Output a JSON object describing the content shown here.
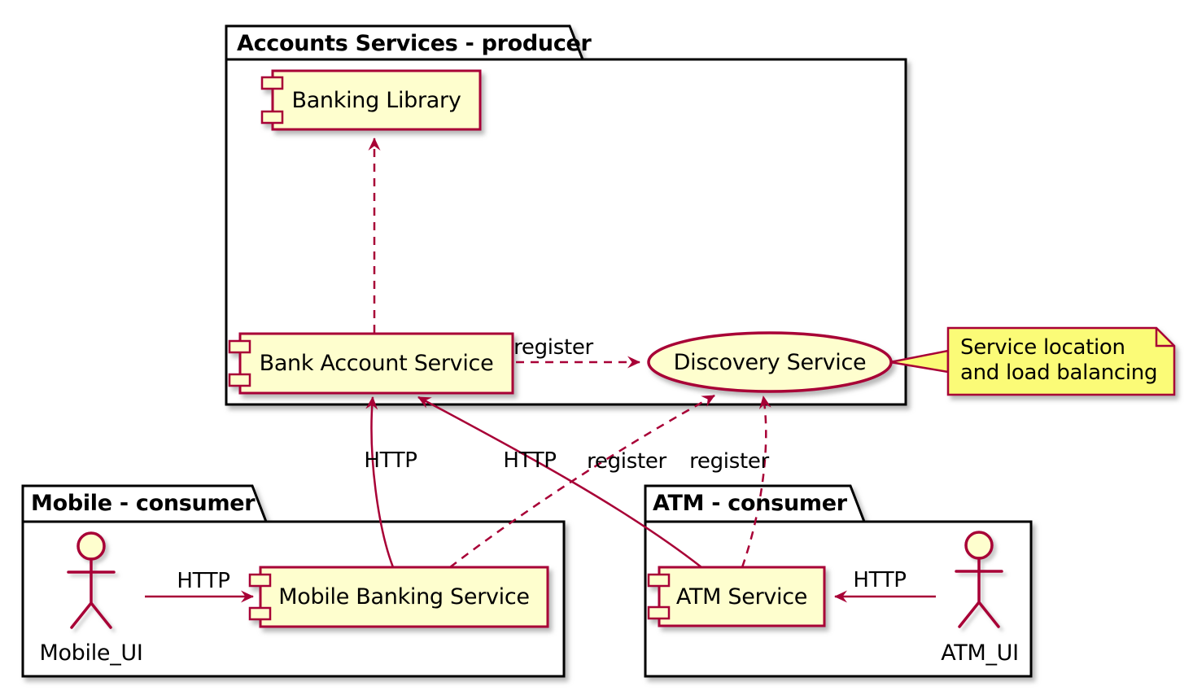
{
  "diagram_type": "plantuml-component-diagram",
  "colors": {
    "accent": "#A80036",
    "node_fill": "#FEFECE",
    "note_fill": "#FBFB77",
    "pkg_border": "#000000",
    "text": "#000000"
  },
  "packages": [
    {
      "title": "Accounts Services - producer"
    },
    {
      "title": "Mobile - consumer"
    },
    {
      "title": "ATM - consumer"
    }
  ],
  "components": [
    {
      "label": "Banking Library"
    },
    {
      "label": "Bank Account Service"
    },
    {
      "label": "Mobile Banking Service"
    },
    {
      "label": "ATM Service"
    }
  ],
  "usecase": {
    "label": "Discovery Service"
  },
  "note": {
    "lines": [
      "Service location",
      "and load balancing"
    ]
  },
  "actors": [
    {
      "label": "Mobile_UI"
    },
    {
      "label": "ATM_UI"
    }
  ],
  "edge_labels": {
    "bank_to_discovery": "register",
    "mbs_to_discovery": "register",
    "atm_to_discovery": "register",
    "mobile_ui_to_mbs": "HTTP",
    "mbs_to_bank": "HTTP",
    "atm_to_bank": "HTTP",
    "atm_ui_to_atm": "HTTP"
  }
}
